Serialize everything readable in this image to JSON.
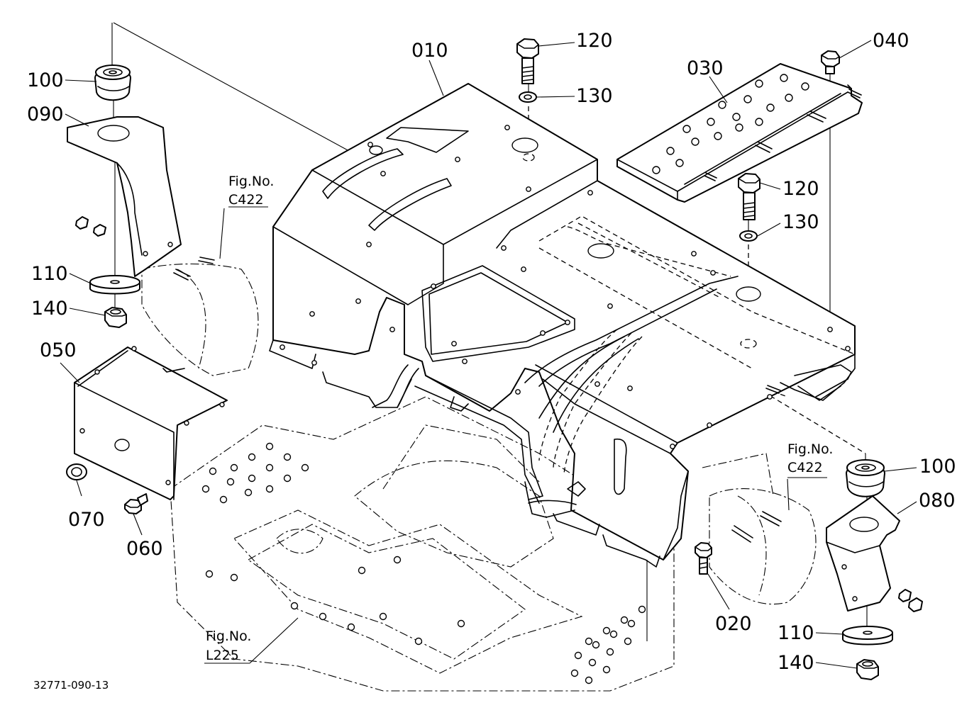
{
  "drawing_code": "32771-090-13",
  "callouts": {
    "p010": "010",
    "p020": "020",
    "p030": "030",
    "p040": "040",
    "p050": "050",
    "p060": "060",
    "p070": "070",
    "p080": "080",
    "p090": "090",
    "p100_left": "100",
    "p100_right": "100",
    "p110_left": "110",
    "p110_right": "110",
    "p120_top": "120",
    "p120_mid": "120",
    "p130_top": "130",
    "p130_mid": "130",
    "p140_left": "140",
    "p140_right": "140"
  },
  "figure_refs": {
    "ref_left": {
      "line1": "Fig.No.",
      "line2": "C422"
    },
    "ref_right": {
      "line1": "Fig.No.",
      "line2": "C422"
    },
    "ref_bottom": {
      "line1": "Fig.No.",
      "line2": "L225"
    }
  }
}
